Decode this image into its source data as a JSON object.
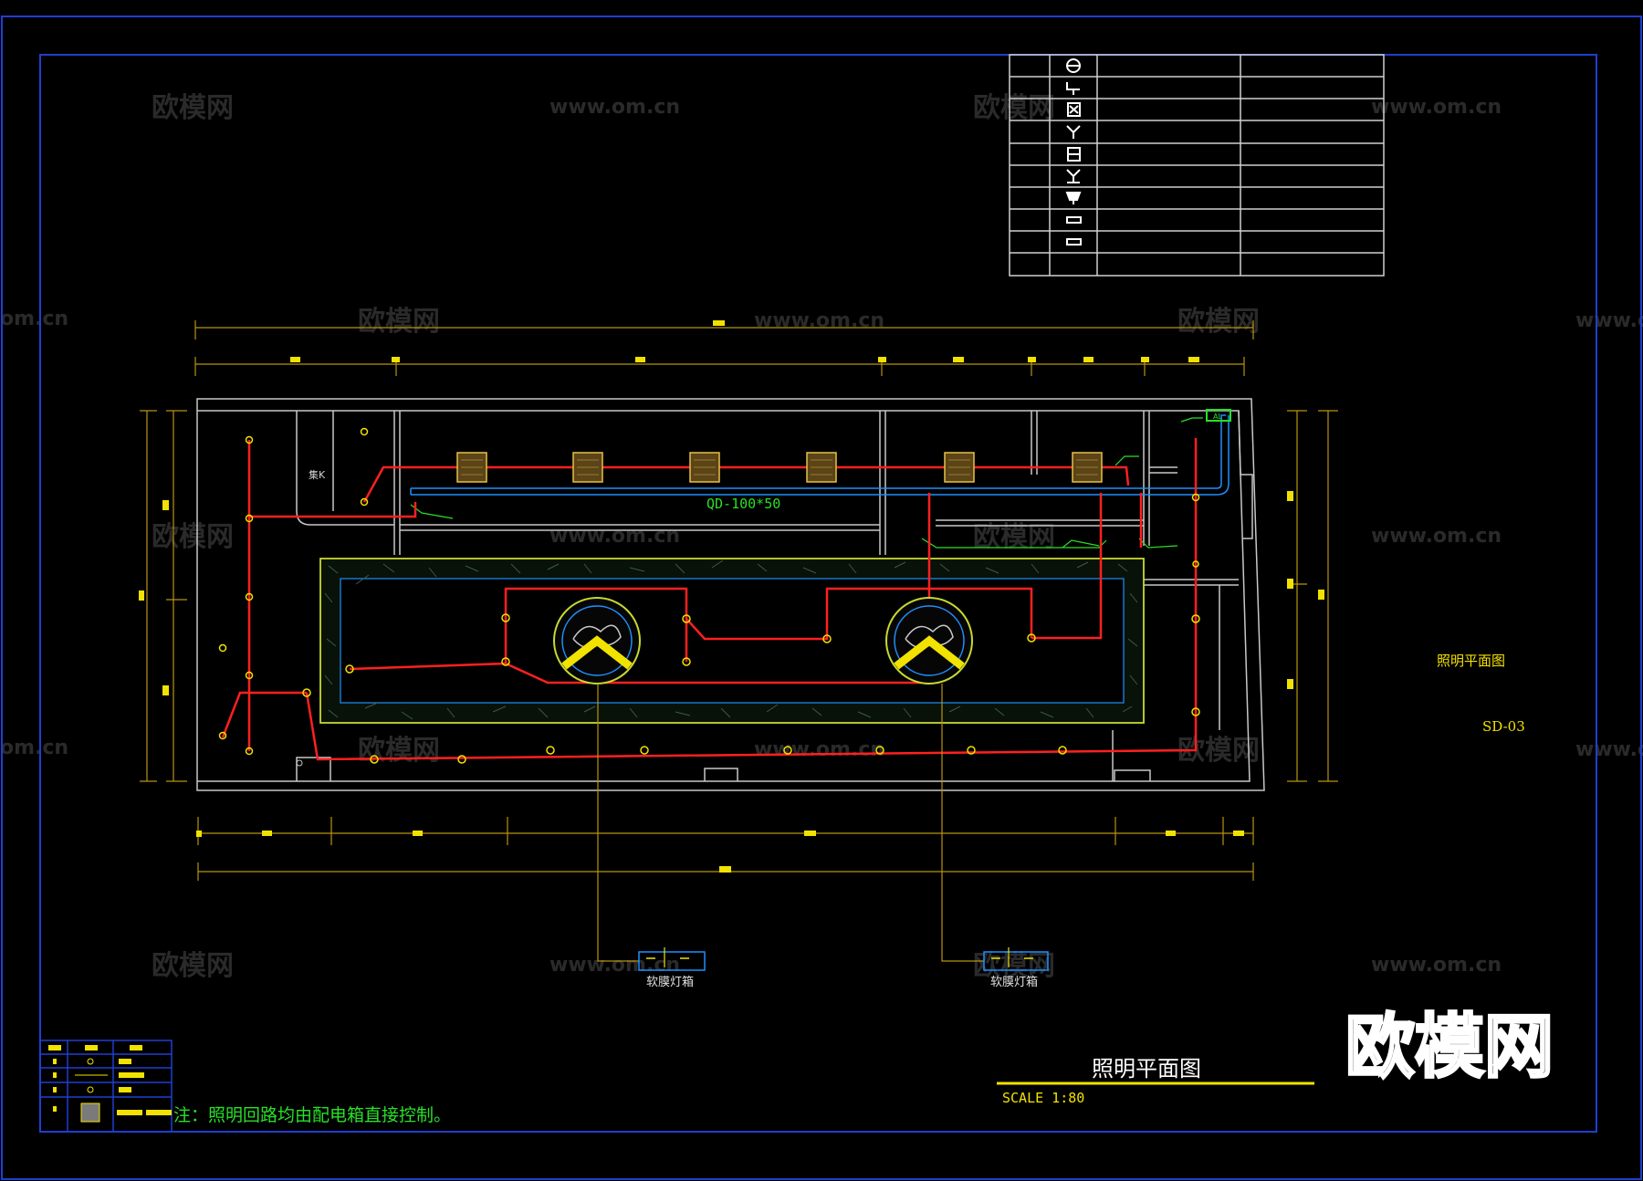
{
  "colors": {
    "background": "#000000",
    "frame": "#1f3fd0",
    "circuit": "#ff2020",
    "fixture": "#f2e200",
    "trunking": "#1e90ff",
    "wall": "#c8c8c8",
    "dim_line": "#b89410",
    "note": "#28e028",
    "watermark": "#2a2a2a"
  },
  "legend_table": {
    "symbols": [
      "circle-fixture-icon",
      "down-pendant-icon",
      "box-fixture-icon",
      "y-fixture-icon",
      "square-fixture-icon",
      "y-fixture-alt-icon",
      "flood-lamp-icon",
      "strip-lamp-icon",
      "strip-lamp-alt-icon",
      ""
    ]
  },
  "plan": {
    "room_label": "集K",
    "trunking_label": "QD-100*50",
    "lightbox_label_1": "软膜灯箱",
    "lightbox_label_2": "软膜灯箱",
    "panel_label": "AL"
  },
  "side_title": "照明平面图",
  "sheet_no": "SD-03",
  "title_block": {
    "title": "照明平面图",
    "scale": "SCALE 1:80"
  },
  "note": "注：照明回路均由配电箱直接控制。",
  "watermarks": {
    "cn": "欧模网",
    "url": "www.om.cn",
    "url_short": "om.cn",
    "logo": "欧模网"
  }
}
